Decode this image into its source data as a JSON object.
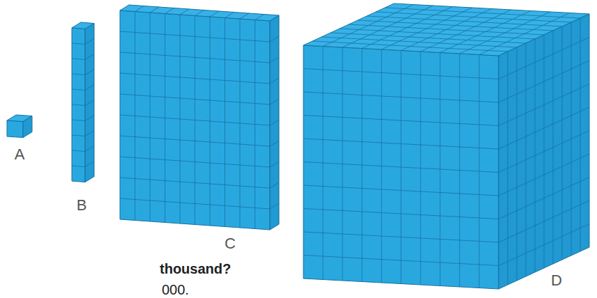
{
  "diagram": {
    "labels": [
      "A",
      "B",
      "C",
      "D",
      "thousand?",
      "000."
    ]
  }
}
